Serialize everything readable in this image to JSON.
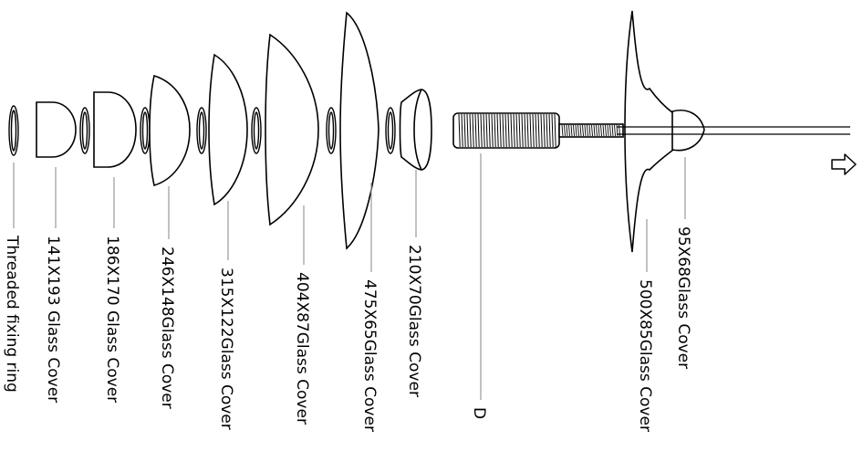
{
  "labels": {
    "threaded_ring": "Threaded fixing ring",
    "cover_141x193": "141X193 Glass Cover",
    "cover_186x170": "186X170 Glass Cover",
    "cover_246x148": "246X148Glass Cover",
    "cover_315x122": "315X122Glass Cover",
    "cover_404x87": "404X87Glass Cover",
    "cover_475x65": "475X65Glass Cover",
    "cover_210x70": "210X70Glass Cover",
    "part_d": "D",
    "cover_500x85": "500X85Glass Cover",
    "cover_95x68": "95X68Glass Cover"
  },
  "arrow_icon": "outline-right-arrow-icon"
}
